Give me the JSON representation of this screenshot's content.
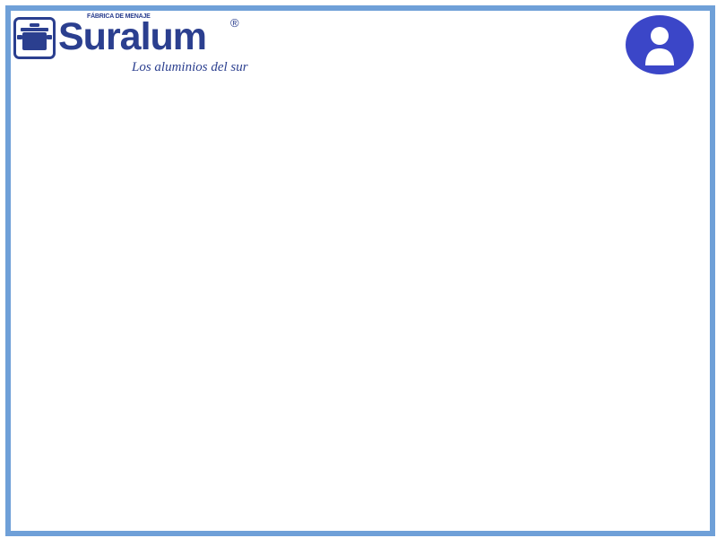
{
  "brand": {
    "small_text": "FÁBRICA DE MENAJE",
    "name": "Suralum",
    "registered": "®",
    "tagline": "Los aluminios del sur",
    "icon": "cooking-pot-icon",
    "color": "#2b3f8f"
  },
  "header": {
    "user_icon": "user-avatar-icon",
    "avatar_bg": "#3b46c8"
  },
  "colors": {
    "frame_border": "#6fa0d8",
    "background": "#ffffff"
  }
}
